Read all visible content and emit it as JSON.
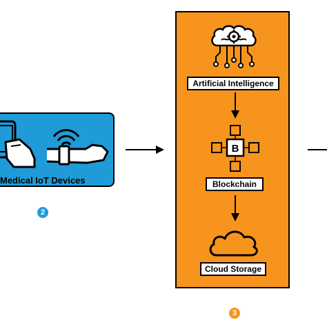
{
  "colors": {
    "device_panel": "#1f9bd7",
    "process_panel": "#f7941d",
    "badge_device": "#1f9bd7",
    "badge_process": "#f7941d"
  },
  "device_panel": {
    "label": "Medical IoT Devices",
    "icons": [
      "smartphone-in-hand-icon",
      "wearable-wristband-wifi-icon"
    ],
    "badge": "2"
  },
  "process_panel": {
    "badge": "3",
    "steps": [
      {
        "label": "Artificial Intelligence",
        "icon": "ai-brain-gear-icon"
      },
      {
        "label": "Blockchain",
        "icon": "blockchain-cubes-icon"
      },
      {
        "label": "Cloud Storage",
        "icon": "cloud-icon"
      }
    ]
  }
}
